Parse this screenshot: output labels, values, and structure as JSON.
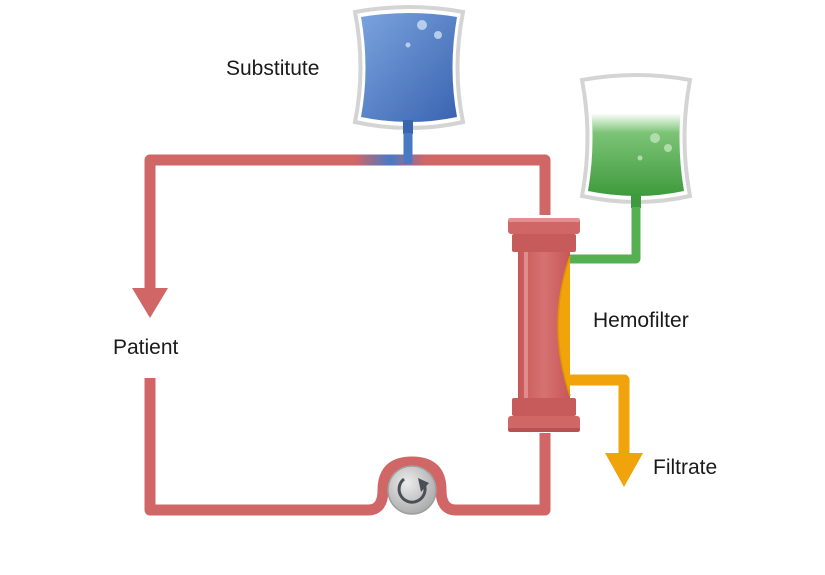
{
  "labels": {
    "substitute": "Substitute",
    "patient": "Patient",
    "hemofilter": "Hemofilter",
    "filtrate": "Filtrate"
  },
  "colors": {
    "blood_line": "#d16666",
    "substitute_fluid": "#4a79c4",
    "filtrate_bag_fluid": "#4eaa4a",
    "filtrate_line": "#f0a30a",
    "pump": "#bdbdbd"
  },
  "icons": {
    "pump": "rotation-arrow-icon"
  }
}
